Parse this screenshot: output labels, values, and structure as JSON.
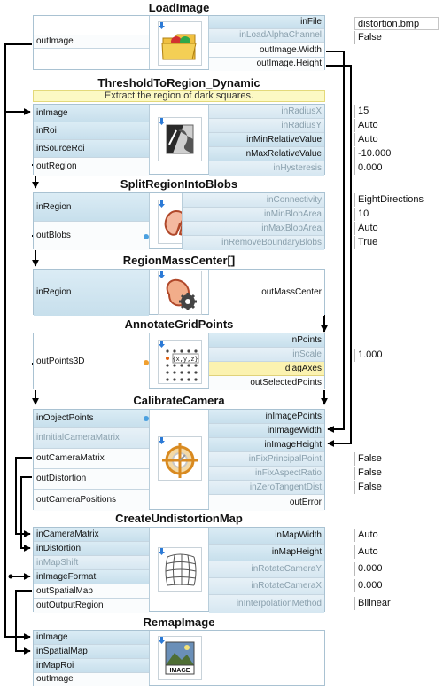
{
  "blocks": {
    "load_image": {
      "title": "LoadImage",
      "inputs": [
        "inFile",
        "inLoadAlphaChannel"
      ],
      "outputs": [
        "outImage"
      ],
      "extra_outputs": [
        "outImage.Width",
        "outImage.Height"
      ],
      "values": [
        "distortion.bmp",
        "False"
      ]
    },
    "threshold": {
      "title": "ThresholdToRegion_Dynamic",
      "description": "Extract the region of dark squares.",
      "inputs": [
        "inImage",
        "inRoi",
        "inSourceRoi"
      ],
      "output": "outRegion",
      "params": [
        "inRadiusX",
        "inRadiusY",
        "inMinRelativeValue",
        "inMaxRelativeValue",
        "inHysteresis"
      ],
      "values": [
        "15",
        "Auto",
        "Auto",
        "-10.000",
        "0.000"
      ]
    },
    "split": {
      "title": "SplitRegionIntoBlobs",
      "input": "inRegion",
      "output": "outBlobs",
      "params": [
        "inConnectivity",
        "inMinBlobArea",
        "inMaxBlobArea",
        "inRemoveBoundaryBlobs"
      ],
      "values": [
        "EightDirections",
        "10",
        "Auto",
        "True"
      ]
    },
    "mass_center": {
      "title": "RegionMassCenter[]",
      "input": "inRegion",
      "output": "outMassCenter"
    },
    "annotate": {
      "title": "AnnotateGridPoints",
      "output": "outPoints3D",
      "params": [
        "inPoints",
        "inScale",
        "diagAxes",
        "outSelectedPoints"
      ],
      "value": "1.000"
    },
    "calibrate": {
      "title": "CalibrateCamera",
      "inputs": [
        "inObjectPoints",
        "inInitialCameraMatrix"
      ],
      "outputs": [
        "outCameraMatrix",
        "outDistortion",
        "outCameraPositions"
      ],
      "params": [
        "inImagePoints",
        "inImageWidth",
        "inImageHeight",
        "inFixPrincipalPoint",
        "inFixAspectRatio",
        "inZeroTangentDist",
        "outError"
      ],
      "values": [
        "False",
        "False",
        "False"
      ]
    },
    "undistort": {
      "title": "CreateUndistortionMap",
      "inputs": [
        "inCameraMatrix",
        "inDistortion",
        "inMapShift",
        "inImageFormat"
      ],
      "outputs": [
        "outSpatialMap",
        "outOutputRegion"
      ],
      "params": [
        "inMapWidth",
        "inMapHeight",
        "inRotateCameraY",
        "inRotateCameraX",
        "inInterpolationMethod"
      ],
      "values": [
        "Auto",
        "Auto",
        "0.000",
        "0.000",
        "Bilinear"
      ]
    },
    "remap": {
      "title": "RemapImage",
      "inputs": [
        "inImage",
        "inSpatialMap",
        "inMapRoi"
      ],
      "output": "outImage",
      "icon_label": "IMAGE"
    }
  },
  "icons": {
    "load_image": "folder-image-icon",
    "threshold": "threshold-image-icon",
    "split": "split-blobs-icon",
    "mass_center": "mass-center-gear-icon",
    "annotate": "grid-points-icon",
    "calibrate": "calibration-target-icon",
    "undistort": "distortion-map-icon",
    "remap": "remap-image-icon"
  },
  "colors": {
    "input_port": "#cfe4f0",
    "optional_port": "#8aa0ad",
    "description_bg": "#fcf9c4",
    "wire": "#000000"
  }
}
